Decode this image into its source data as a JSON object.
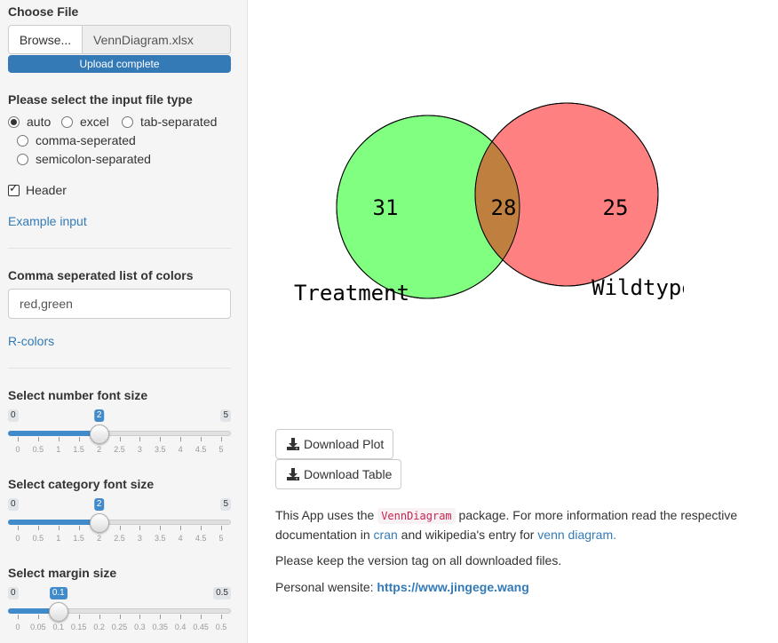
{
  "file": {
    "label": "Choose File",
    "browse": "Browse...",
    "filename": "VennDiagram.xlsx",
    "progress": "Upload complete"
  },
  "filetype": {
    "label": "Please select the input file type",
    "options": [
      "auto",
      "excel",
      "tab-separated",
      "comma-seperated",
      "semicolon-separated"
    ],
    "selected": "auto"
  },
  "header": {
    "label": "Header",
    "checked": true
  },
  "example_link": "Example input",
  "colors": {
    "label": "Comma seperated list of colors",
    "value": "red,green"
  },
  "rcolors_link": "R-colors",
  "sliders": [
    {
      "label": "Select number font size",
      "min": "0",
      "max": "5",
      "value": "2",
      "fraction": 0.4,
      "ticks": [
        "0",
        "0.5",
        "1",
        "1.5",
        "2",
        "2.5",
        "3",
        "3.5",
        "4",
        "4.5",
        "5"
      ]
    },
    {
      "label": "Select category font size",
      "min": "0",
      "max": "5",
      "value": "2",
      "fraction": 0.4,
      "ticks": [
        "0",
        "0.5",
        "1",
        "1.5",
        "2",
        "2.5",
        "3",
        "3.5",
        "4",
        "4.5",
        "5"
      ]
    },
    {
      "label": "Select margin size",
      "min": "0",
      "max": "0.5",
      "value": "0.1",
      "fraction": 0.2,
      "ticks": [
        "0",
        "0.05",
        "0.1",
        "0.15",
        "0.2",
        "0.25",
        "0.3",
        "0.35",
        "0.4",
        "0.45",
        "0.5"
      ]
    }
  ],
  "venn": {
    "left": {
      "name": "Treatment",
      "count": "31",
      "color": "#80ff80"
    },
    "right": {
      "name": "Wildtype",
      "count": "25",
      "color": "#ff8080"
    },
    "overlap": {
      "count": "28",
      "color": "#bf803f"
    }
  },
  "buttons": {
    "download_plot": "Download Plot",
    "download_table": "Download Table"
  },
  "info": {
    "p1_a": "This App uses the ",
    "p1_code": "VennDiagram",
    "p1_b": " package. For more information read the respective",
    "p1_c": "documentation in ",
    "p1_cran": "cran",
    "p1_d": " and wikipedia's entry for ",
    "p1_venn": "venn diagram.",
    "p2": "Please keep the version tag on all downloaded files.",
    "p3_a": "Personal wensite: ",
    "p3_link": "https://www.jingege.wang"
  }
}
